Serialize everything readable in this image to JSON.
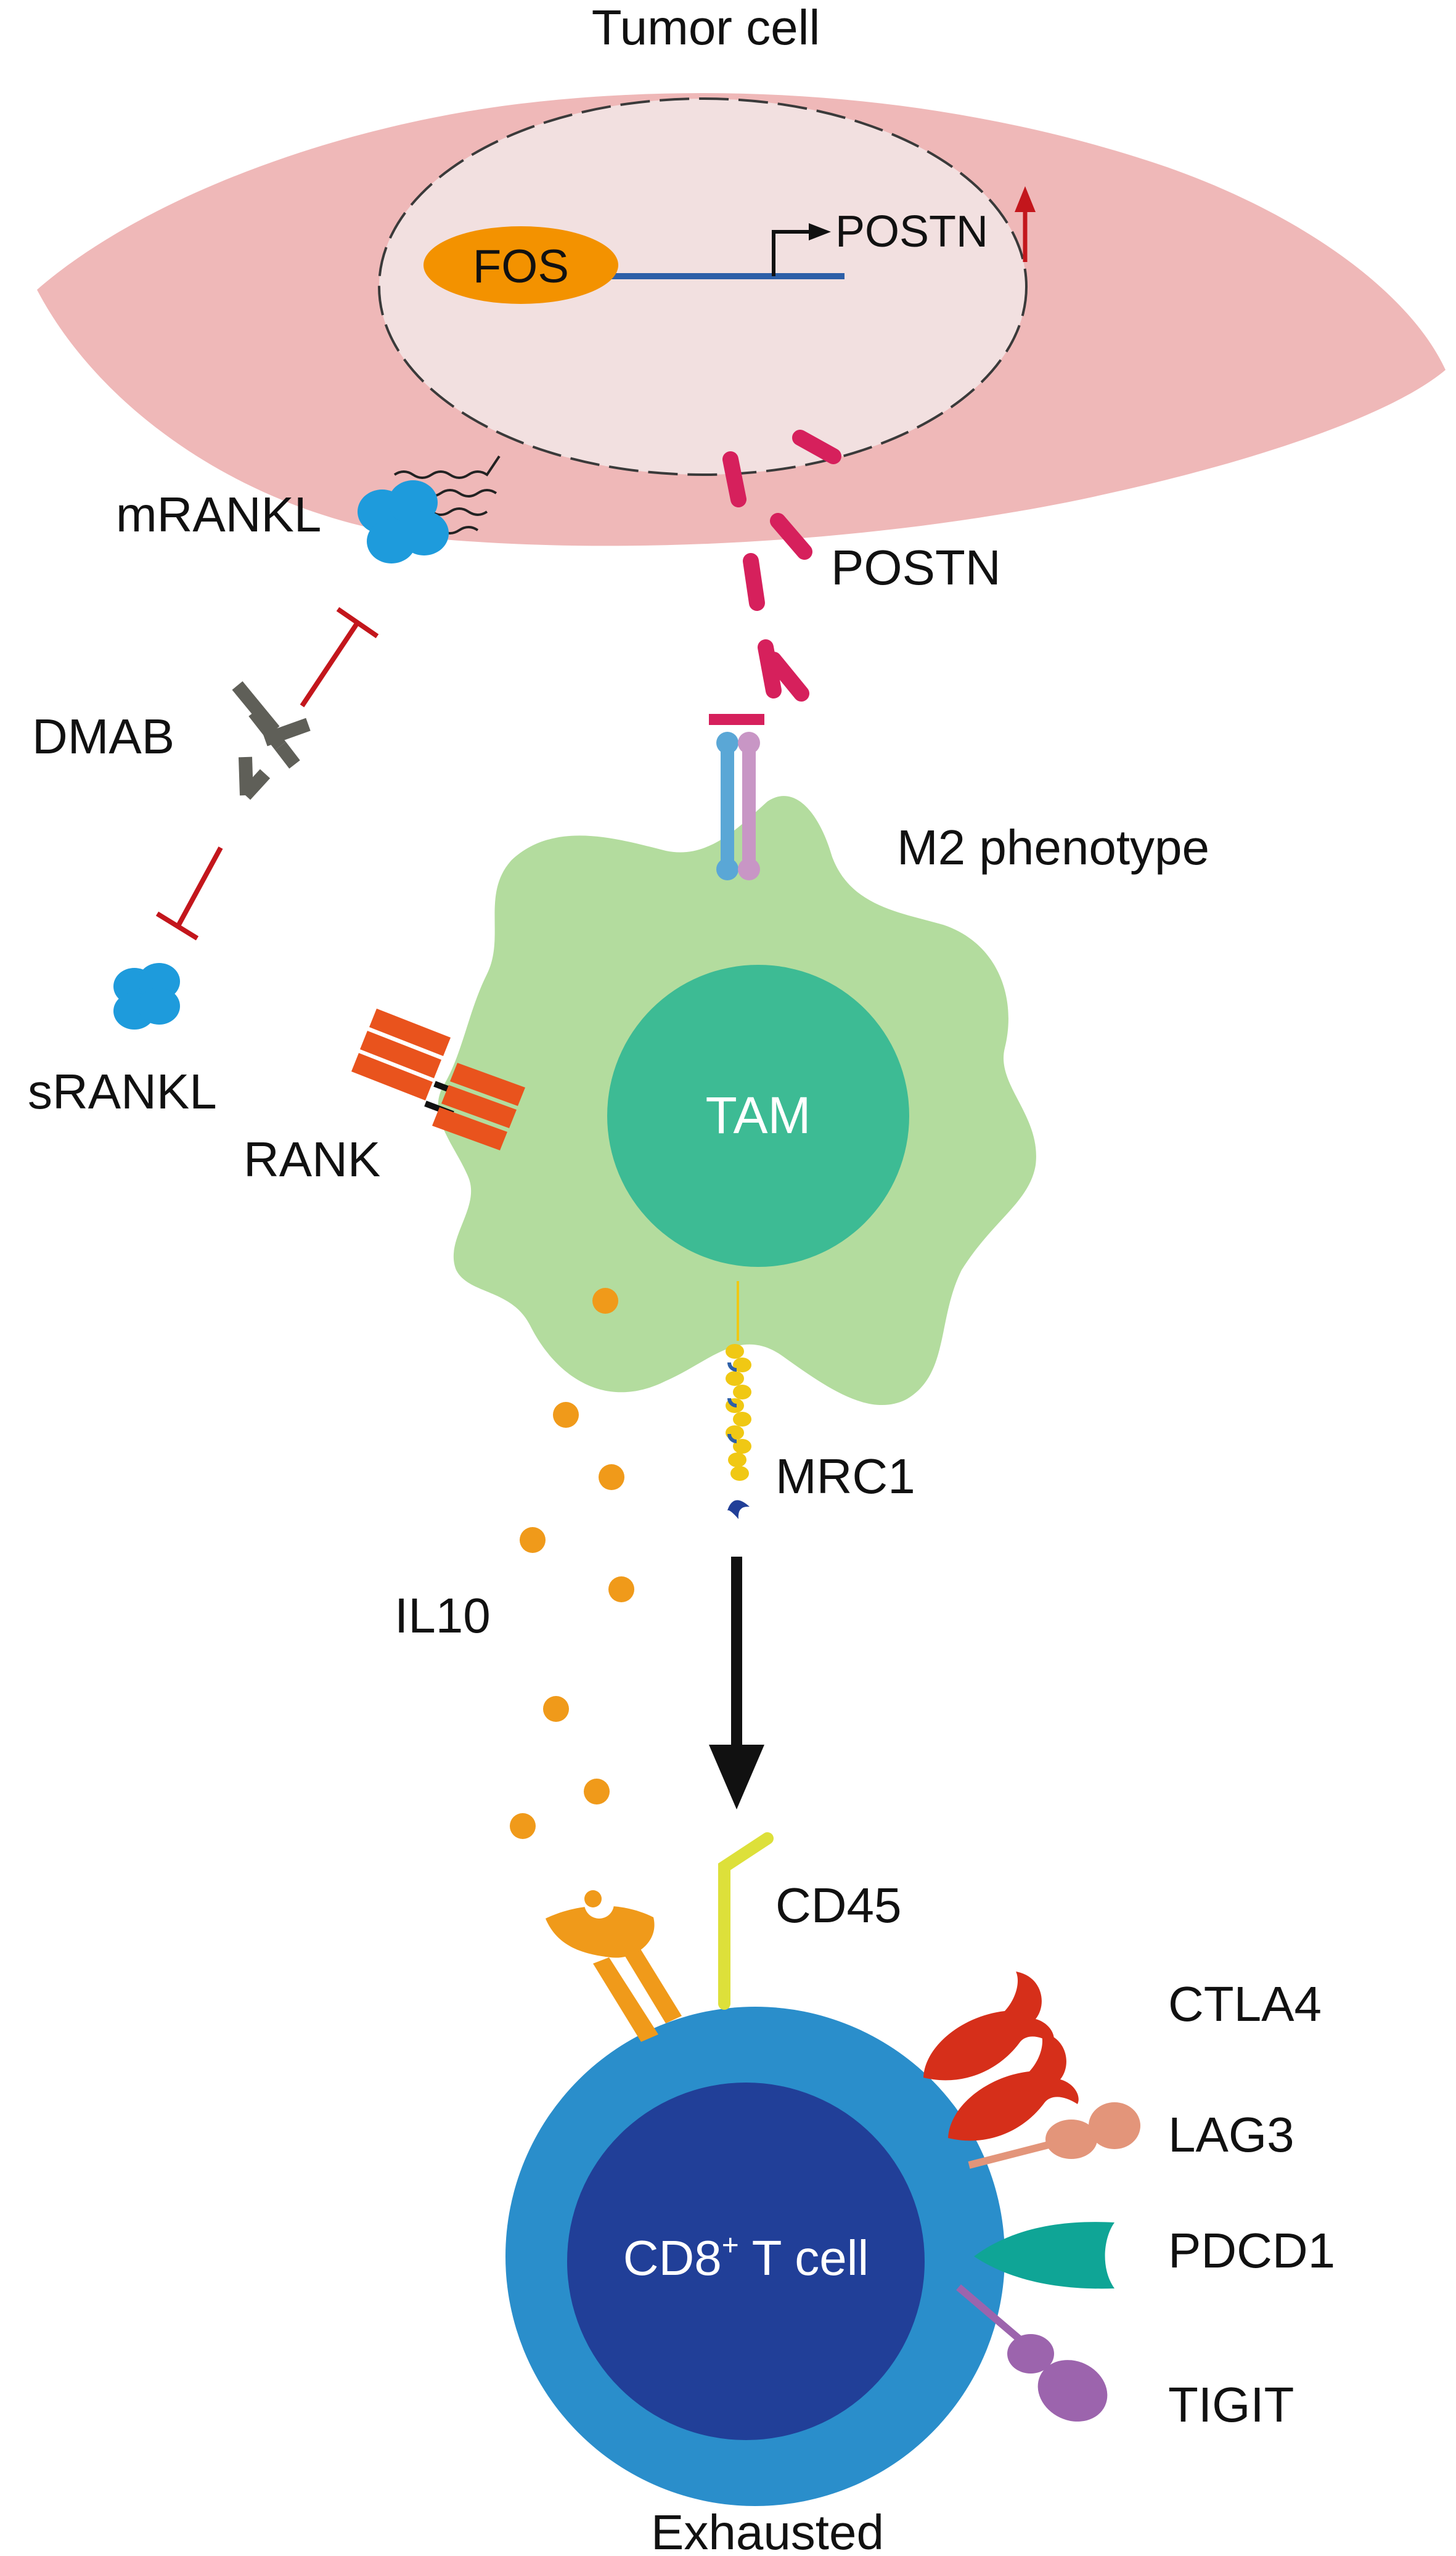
{
  "labels": {
    "tumor_cell": "Tumor cell",
    "fos": "FOS",
    "postn_gene": "POSTN",
    "mrankl": "mRANKL",
    "postn_secreted": "POSTN",
    "dmab": "DMAB",
    "m2_phenotype": "M2 phenotype",
    "srankl": "sRANKL",
    "tam": "TAM",
    "rank": "RANK",
    "mrc1": "MRC1",
    "il10": "IL10",
    "cd45": "CD45",
    "ctla4": "CTLA4",
    "lag3": "LAG3",
    "cd8_prefix": "CD8",
    "cd8_sup": "+",
    "cd8_suffix": " T cell",
    "pdcd1": "PDCD1",
    "tigit": "TIGIT",
    "exhausted": "Exhausted"
  },
  "colors": {
    "tumor_cytoplasm": "#efb8b8",
    "tumor_nucleus": "#f2e0e0",
    "fos": "#f39200",
    "postn": "#d6205c",
    "inhibition": "#c3161c",
    "rankl": "#1e9bdc",
    "antibody": "#5f5f58",
    "macrophage": "#b3dc9e",
    "tam_nucleus": "#3dbb94",
    "rank": "#e9531d",
    "mrc1": "#f0c814",
    "il10": "#f09a1a",
    "tcell_outer": "#2a8ecb",
    "tcell_inner": "#213f98",
    "cd45": "#dde03a",
    "ctla4": "#d62f1a",
    "lag3": "#e3957a",
    "pdcd1": "#0fa596",
    "tigit": "#9c64ad"
  }
}
